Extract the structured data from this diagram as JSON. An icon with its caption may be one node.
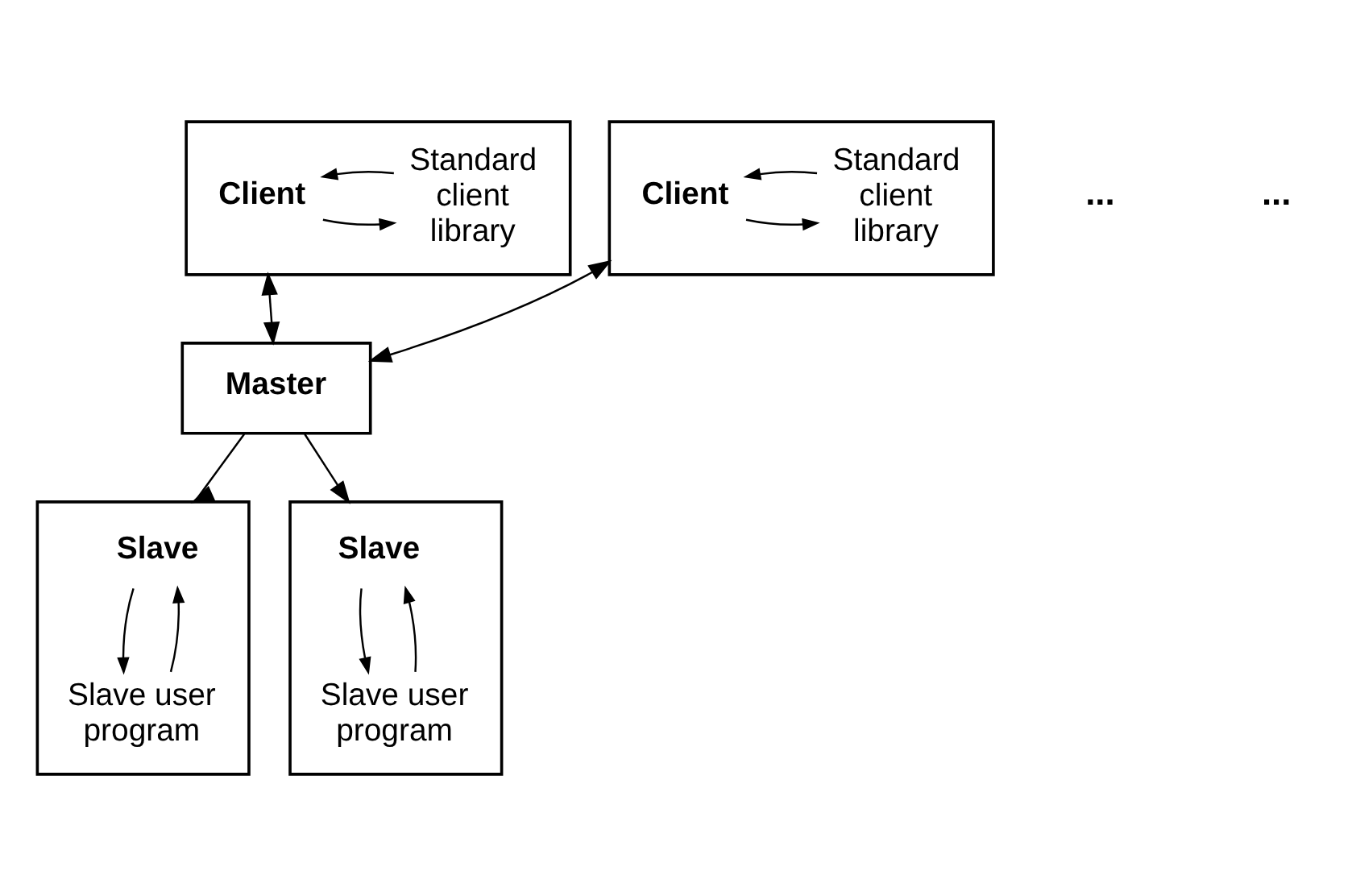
{
  "diagram": {
    "nodes": [
      {
        "text": [],
        "shape": "box"
      },
      {
        "text": [
          "Client"
        ],
        "in": 0
      },
      {
        "text": [
          "Standard client library"
        ],
        "in": 0
      },
      {
        "text": [
          "Master"
        ]
      },
      {
        "text": [],
        "shape": "box"
      },
      {
        "text": [
          "Client"
        ],
        "in": 4
      },
      {
        "text": [
          "Standard client library"
        ],
        "in": 4
      },
      {
        "text": [],
        "shape": "box"
      },
      {
        "text": [
          "Slave"
        ],
        "in": 7
      },
      {
        "text": [
          "Slave user program"
        ],
        "in": 7
      },
      {
        "text": [],
        "shape": "box"
      },
      {
        "text": [
          "Slave"
        ],
        "in": 10
      },
      {
        "text": [
          "Slave user program"
        ],
        "in": 10
      }
    ],
    "edges": [
      {
        "from": 1,
        "to": 2,
        "arrow": "to"
      },
      {
        "from": 2,
        "to": 1,
        "arrow": "to"
      },
      {
        "from": 5,
        "to": 6,
        "arrow": "to"
      },
      {
        "from": 6,
        "to": 5,
        "arrow": "to"
      },
      {
        "from": 8,
        "to": 9,
        "arrow": "to"
      },
      {
        "from": 9,
        "to": 8,
        "arrow": "to"
      },
      {
        "from": 11,
        "to": 12,
        "arrow": "to"
      },
      {
        "from": 12,
        "to": 11,
        "arrow": "to"
      },
      {
        "from": 0,
        "to": 3,
        "arrow": "both"
      },
      {
        "from": 4,
        "to": 3,
        "arrow": "both"
      },
      {
        "from": 3,
        "to": 7,
        "arrow": "to"
      },
      {
        "from": 3,
        "to": 10,
        "arrow": "to"
      }
    ],
    "labels": [
      "...",
      "..."
    ]
  }
}
